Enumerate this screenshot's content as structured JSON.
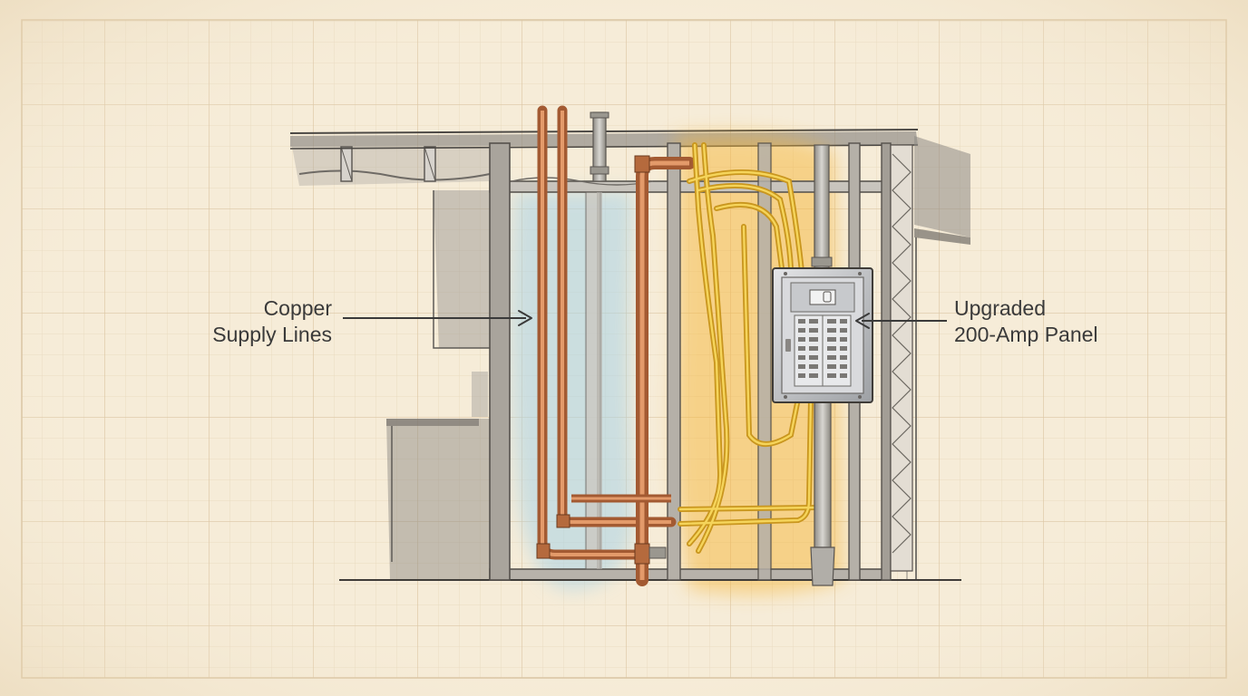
{
  "labels": {
    "copper_line1": "Copper",
    "copper_line2": "Supply Lines",
    "panel_line1": "Upgraded",
    "panel_line2": "200-Amp Panel"
  },
  "colors": {
    "paper": "#f6ecd8",
    "grid": "#e2cfb0",
    "copper": "#c8794a",
    "wire_yellow": "#f0c23a",
    "water_wash": "#a9d3e6",
    "electric_wash": "#f6b73a",
    "framing": "#7a7670",
    "panel_metal": "#c9cacc",
    "ink": "#3a3a3a"
  }
}
